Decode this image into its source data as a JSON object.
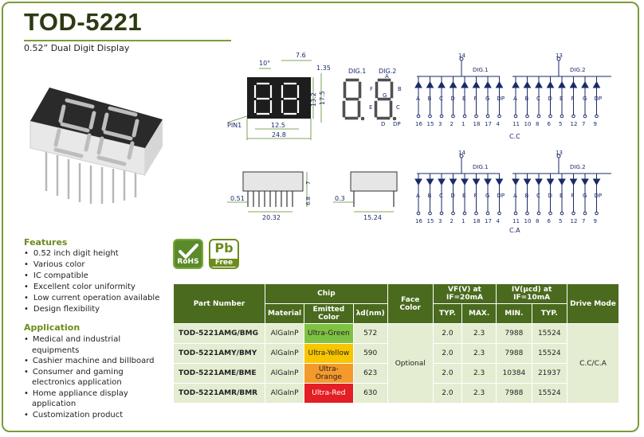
{
  "title": "TOD-5221",
  "subtitle": "0.52” Dual Digit Display",
  "features": {
    "heading": "Features",
    "items": [
      "0.52 inch digit height",
      "Various color",
      "IC compatible",
      "Excellent color uniformity",
      "Low current operation available",
      "Design flexibility"
    ]
  },
  "application": {
    "heading": "Application",
    "items": [
      "Medical and industrial equipments",
      "Cashier machine and billboard",
      "Consumer and gaming electronics application",
      "Home appliance display application",
      "Customization product"
    ]
  },
  "badges": {
    "rohs": "RoHS",
    "pb": "Pb",
    "free": "Free"
  },
  "dimensions": {
    "front": {
      "angle": "10°",
      "top": "7.6",
      "right_top": "1.35",
      "h1": "13.2",
      "h2": "17.5",
      "inner": "12.5",
      "total": "24.8",
      "pin": "PIN1"
    },
    "side": {
      "a": "0.51",
      "b": "20.32",
      "c": "6.8",
      "d": "7",
      "e": "0.3",
      "f": "15.24"
    }
  },
  "segments": {
    "dig1": "DIG.1",
    "dig2": "DIG.2",
    "labels": [
      "A",
      "B",
      "C",
      "D",
      "E",
      "F",
      "G",
      "DP"
    ]
  },
  "circuits": {
    "cc": {
      "title": "C.C",
      "com1": "14",
      "com2": "13",
      "dig1": "DIG.1",
      "dig2": "DIG.2",
      "pins1": [
        "16",
        "15",
        "3",
        "2",
        "1",
        "18",
        "17",
        "4"
      ],
      "pins2": [
        "11",
        "10",
        "8",
        "6",
        "5",
        "12",
        "7",
        "9"
      ]
    },
    "ca": {
      "title": "C.A",
      "com1": "14",
      "com2": "13",
      "dig1": "DIG.1",
      "dig2": "DIG.2",
      "pins1": [
        "16",
        "15",
        "3",
        "2",
        "1",
        "18",
        "17",
        "4"
      ],
      "pins2": [
        "11",
        "10",
        "8",
        "6",
        "5",
        "12",
        "7",
        "9"
      ]
    }
  },
  "table": {
    "h_part": "Part Number",
    "h_chip": "Chip",
    "h_material": "Material",
    "h_color": "Emitted Color",
    "h_lambda": "λd(nm)",
    "h_face": "Face Color",
    "h_vf": "VF(V) at IF=20mA",
    "h_iv": "IV(μcd) at IF=10mA",
    "h_typ": "TYP.",
    "h_max": "MAX.",
    "h_min": "MIN.",
    "h_typ2": "TYP.",
    "h_drive": "Drive Mode",
    "face": "Optional",
    "drive": "C.C/C.A",
    "rows": [
      {
        "part": "TOD-5221AMG/BMG",
        "material": "AlGaInP",
        "color": "Ultra-Green",
        "lambda": "572",
        "vf_typ": "2.0",
        "vf_max": "2.3",
        "iv_min": "7988",
        "iv_typ": "15524"
      },
      {
        "part": "TOD-5221AMY/BMY",
        "material": "AlGaInP",
        "color": "Ultra-Yellow",
        "lambda": "590",
        "vf_typ": "2.0",
        "vf_max": "2.3",
        "iv_min": "7988",
        "iv_typ": "15524"
      },
      {
        "part": "TOD-5221AME/BME",
        "material": "AlGaInP",
        "color": "Ultra-Orange",
        "lambda": "623",
        "vf_typ": "2.0",
        "vf_max": "2.3",
        "iv_min": "10384",
        "iv_typ": "21937"
      },
      {
        "part": "TOD-5221AMR/BMR",
        "material": "AlGaInP",
        "color": "Ultra-Red",
        "lambda": "630",
        "vf_typ": "2.0",
        "vf_max": "2.3",
        "iv_min": "7988",
        "iv_typ": "15524"
      }
    ]
  }
}
